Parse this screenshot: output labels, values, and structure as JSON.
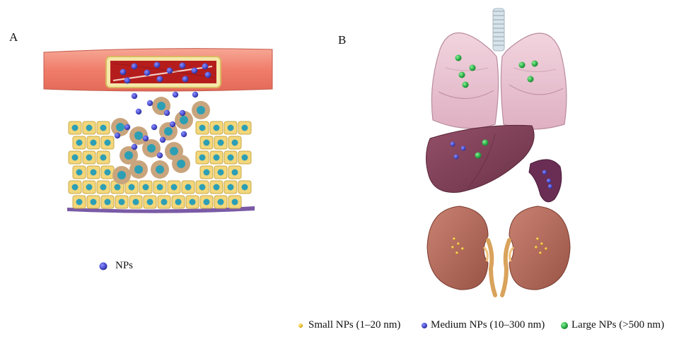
{
  "panels": {
    "a": {
      "label": "A",
      "legend": {
        "label": "NPs"
      }
    },
    "b": {
      "label": "B",
      "legend": [
        {
          "label": "Small NPs (1–20 nm)",
          "color": "#f2c230"
        },
        {
          "label": "Medium NPs (10–300 nm)",
          "color": "#4b4fd0"
        },
        {
          "label": "Large NPs (>500 nm)",
          "color": "#2fb34a"
        }
      ]
    }
  },
  "colors": {
    "vessel_wall": "#f08a78",
    "blood": "#b51d1d",
    "np_medium": "#4b4fd0",
    "np_large": "#2fb34a",
    "np_small": "#f2c230",
    "healthy_cell": "#f3d77a",
    "cell_nucleus": "#2d9fb5",
    "tumor_cell": "#c9a57e",
    "basement": "#7a5aa6",
    "lung": "#eac6d3",
    "liver": "#7e3f55",
    "spleen": "#6a2e54",
    "kidney": "#b56a5c",
    "ureter": "#d9a35c"
  },
  "icons": [
    "blood-vessel-icon",
    "tumor-tissue-icon",
    "lungs-icon",
    "liver-icon",
    "spleen-icon",
    "kidneys-icon"
  ]
}
